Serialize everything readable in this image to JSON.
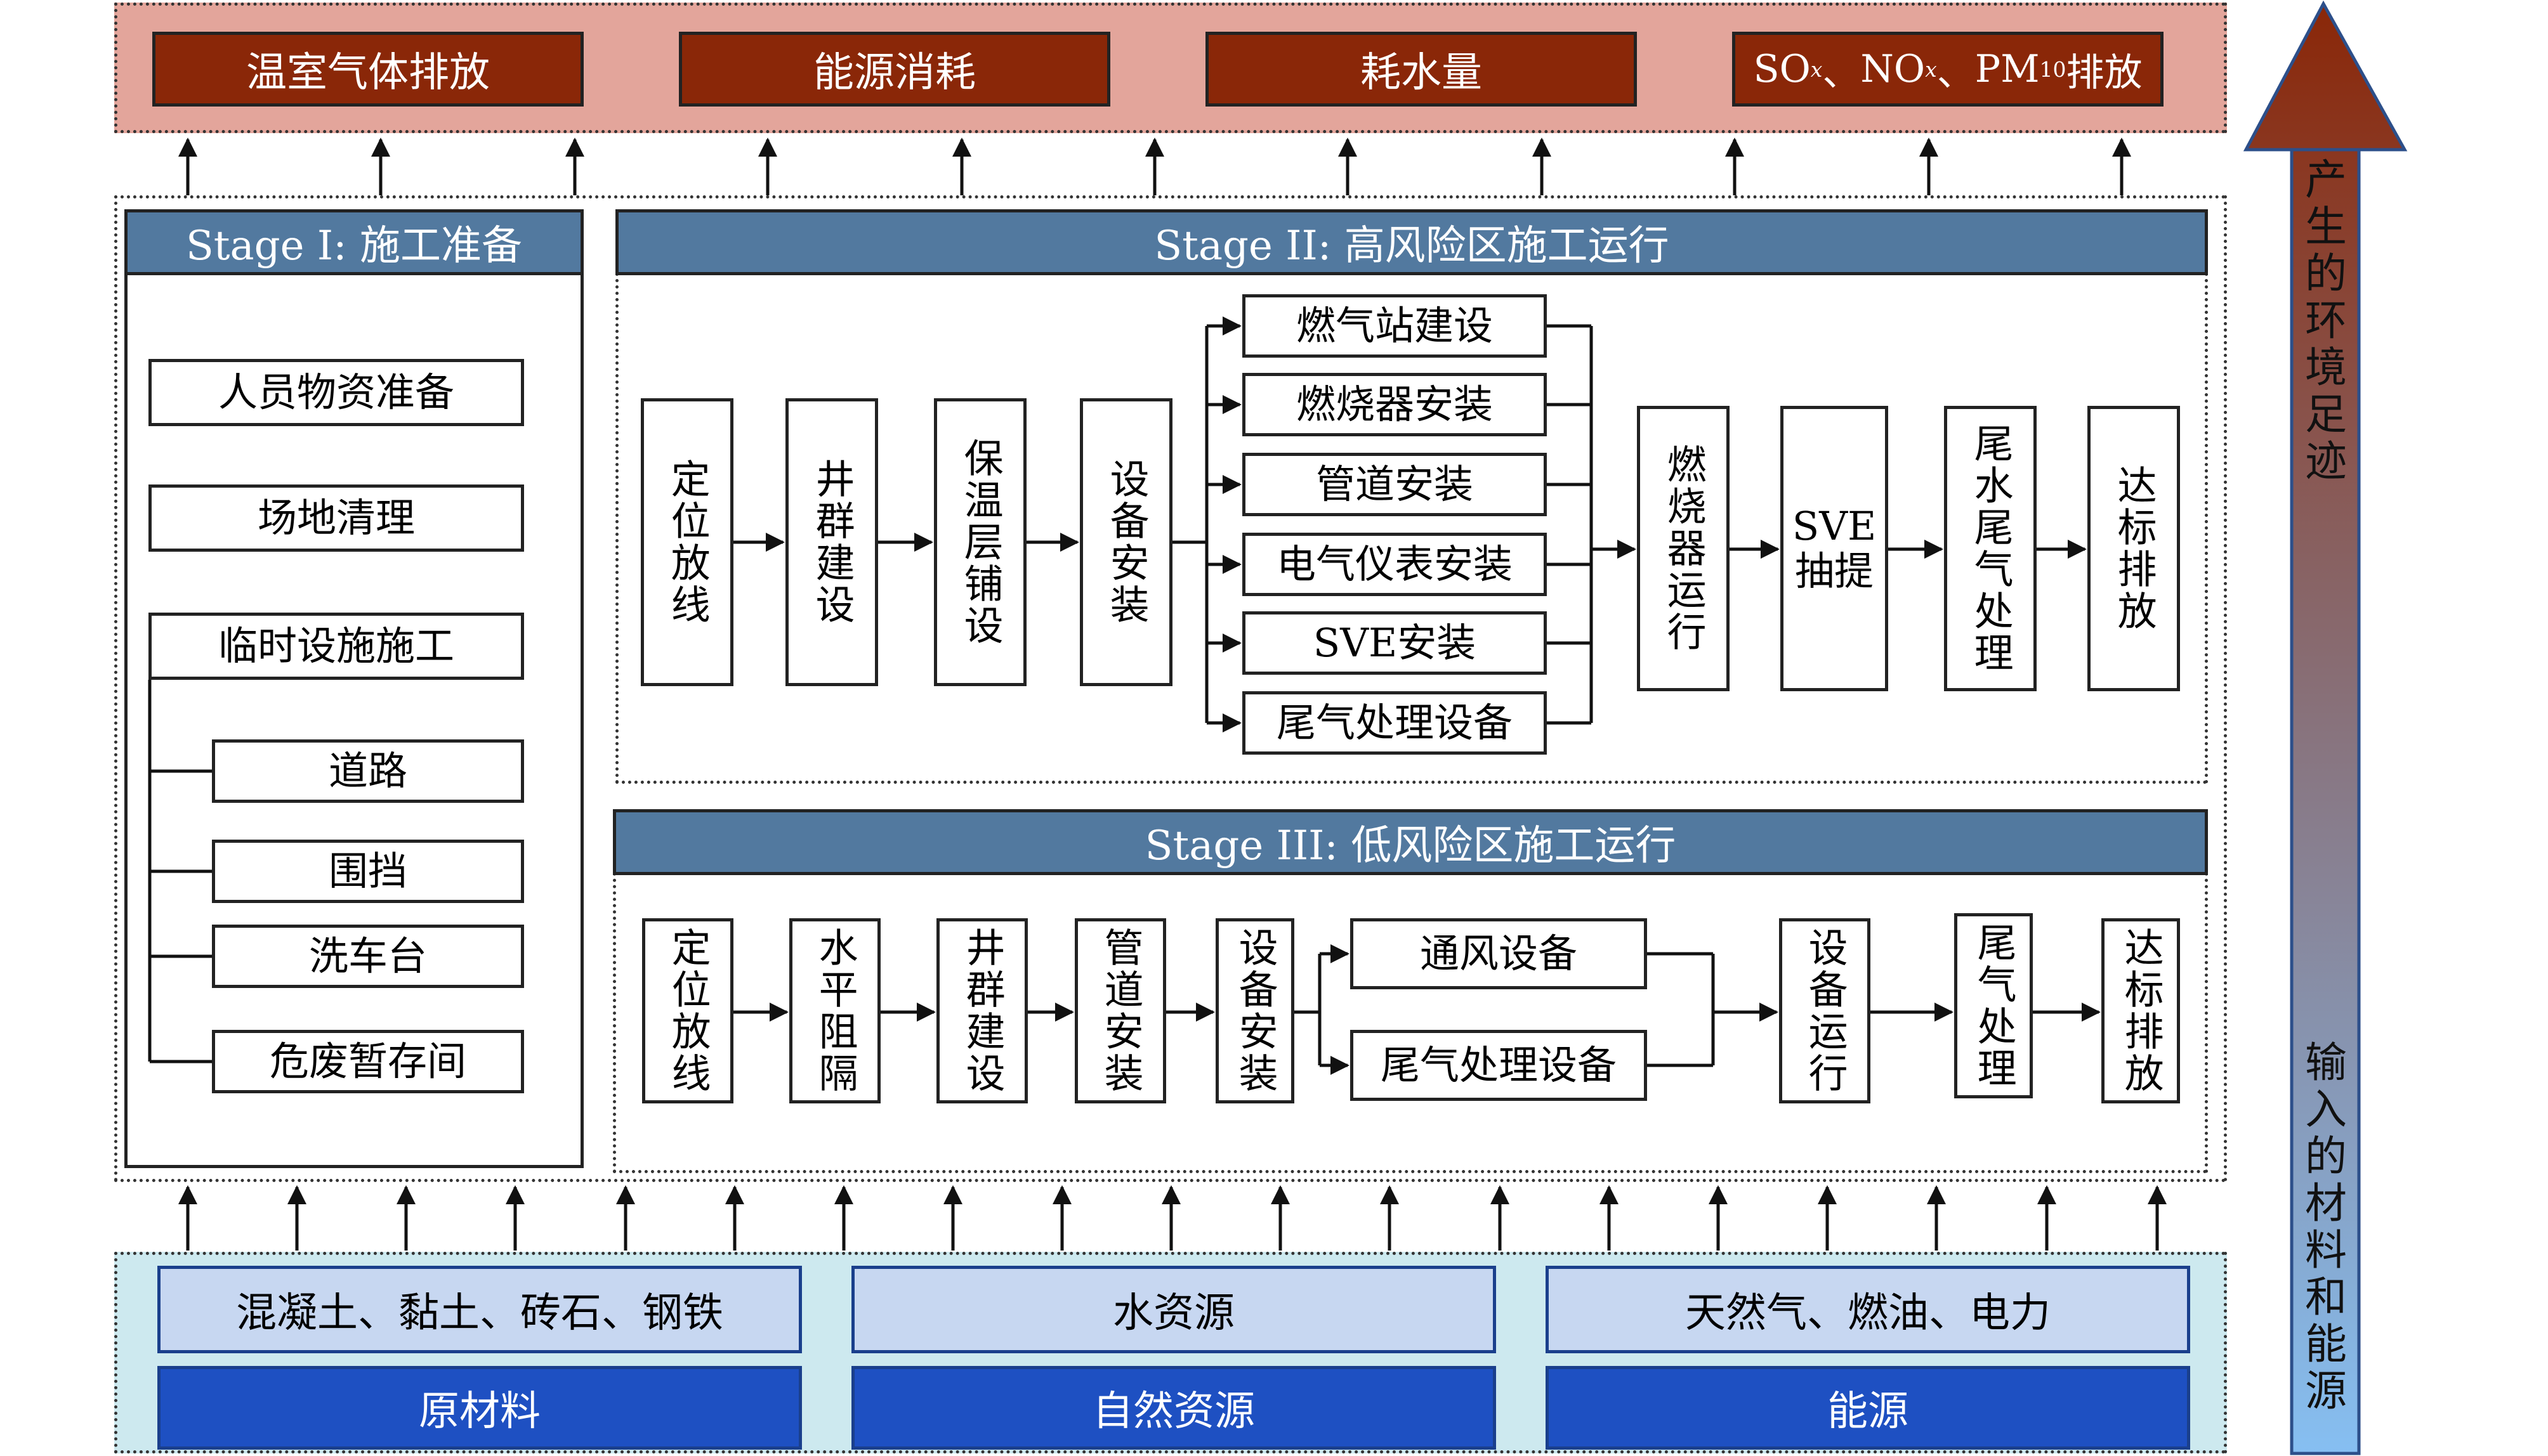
{
  "outputs": {
    "items": [
      "温室气体排放",
      "能源消耗",
      "耗水量"
    ],
    "pollutants": {
      "so": "SO",
      "x1": "x",
      "sep1": "、",
      "no": "NO",
      "x2": "x",
      "sep2": "、",
      "pm": "PM",
      "pm_sub": "10",
      "suffix": " 排放"
    }
  },
  "stage1": {
    "title": "Stage I: 施工准备",
    "items": [
      "人员物资准备",
      "场地清理",
      "临时设施施工"
    ],
    "subitems": [
      "道路",
      "围挡",
      "洗车台",
      "危废暂存间"
    ]
  },
  "stage2": {
    "title": "Stage II: 高风险区施工运行",
    "steps": [
      "定位放线",
      "井群建设",
      "保温层铺设",
      "设备安装"
    ],
    "parallel": [
      "燃气站建设",
      "燃烧器安装",
      "管道安装",
      "电气仪表安装",
      "SVE安装",
      "尾气处理设备"
    ],
    "after": [
      "燃烧器运行",
      "SVE抽提",
      "尾水尾气处理",
      "达标排放"
    ],
    "sve_extract": {
      "line1": "SVE",
      "line2": "抽提"
    }
  },
  "stage3": {
    "title": "Stage III: 低风险区施工运行",
    "steps": [
      "定位放线",
      "水平阻隔",
      "井群建设",
      "管道安装",
      "设备安装"
    ],
    "parallel": [
      "通风设备",
      "尾气处理设备"
    ],
    "after": [
      "设备运行",
      "尾气处理",
      "达标排放"
    ]
  },
  "inputs": {
    "light": [
      "混凝土、黏土、砖石、钢铁",
      "水资源",
      "天然气、燃油、电力"
    ],
    "dark": [
      "原材料",
      "自然资源",
      "能源"
    ]
  },
  "side_arrow": {
    "top_label": "产生的环境足迹",
    "bottom_label": "输入的材料和能源",
    "gradient_top": "#8a2708",
    "gradient_bottom": "#86bff2"
  }
}
